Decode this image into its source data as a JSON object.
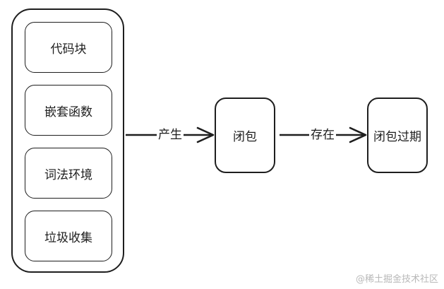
{
  "concepts": [
    "代码块",
    "嵌套函数",
    "词法环境",
    "垃圾收集"
  ],
  "nodes": {
    "closure": "闭包",
    "closure_expired": "闭包过期"
  },
  "edges": {
    "produce": "产生",
    "exist": "存在"
  },
  "watermark": "@稀土掘金技术社区"
}
